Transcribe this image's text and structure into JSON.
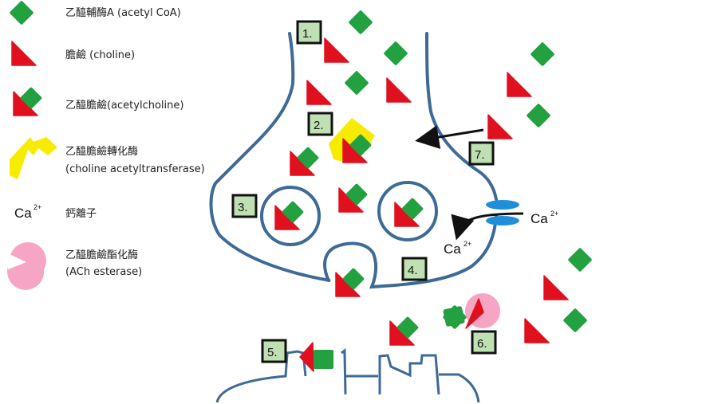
{
  "colors": {
    "acetyl_coa": "#23a040",
    "choline": "#e0101e",
    "enzyme_chat": "#f7ec00",
    "ach_esterase": "#f6a6c4",
    "membrane": "#3d6a96",
    "ca_channel": "#1e8fd8",
    "step_box_fill": "#bfe0b2",
    "step_box_border": "#111111",
    "arrow": "#111111"
  },
  "legend": [
    {
      "icon": "acetyl-coa-icon",
      "label": "乙醯輔酶A (acetyl CoA)"
    },
    {
      "icon": "choline-icon",
      "label": "膽鹼 (choline)"
    },
    {
      "icon": "acetylcholine-icon",
      "label": "乙醯膽鹼(acetylcholine)"
    },
    {
      "icon": "choline-acetyltransferase-icon",
      "label": "乙醯膽鹼轉化酶",
      "label2": "(choline acetyltransferase)"
    },
    {
      "icon": "calcium-ion-icon",
      "symbol": "Ca",
      "charge": "2+",
      "label": "鈣離子"
    },
    {
      "icon": "ach-esterase-icon",
      "label": "乙醯膽鹼酯化酶",
      "label2": "(ACh esterase)"
    }
  ],
  "steps": [
    "1.",
    "2.",
    "3.",
    "4.",
    "5.",
    "6.",
    "7."
  ],
  "calcium": {
    "outside": {
      "symbol": "Ca",
      "charge": "2+"
    },
    "inside": {
      "symbol": "Ca",
      "charge": "2+"
    }
  }
}
